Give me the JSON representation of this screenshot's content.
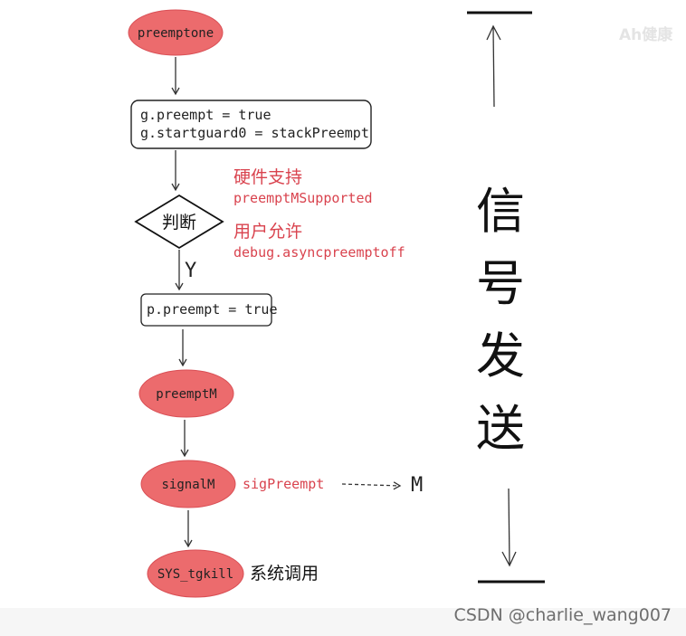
{
  "colors": {
    "ellipse_fill": "#ec6b6d",
    "ellipse_stroke": "#d94f55",
    "annotation_red": "#d9434e",
    "line": "#333333"
  },
  "nodes": {
    "preemptone": "preemptone",
    "g_assign_line1": "g.preempt = true",
    "g_assign_line2": "g.startguard0 = stackPreempt",
    "decision": "判断",
    "yes_label": "Y",
    "p_assign": "p.preempt = true",
    "preemptM": "preemptM",
    "signalM": "signalM",
    "sys_tgkill": "SYS_tgkill"
  },
  "annotations": {
    "hardware_support": "硬件支持",
    "preemptMSupported": "preemptMSupported",
    "user_allowed": "用户允许",
    "debug_flag": "debug.asyncpreemptoff",
    "sigPreempt": "sigPreempt",
    "target_m": "M",
    "syscall": "系统调用"
  },
  "side_label": {
    "chars": [
      "信",
      "号",
      "发",
      "送"
    ]
  },
  "watermarks": {
    "top_right": "Ah健康",
    "bottom_right": "CSDN @charlie_wang007"
  }
}
